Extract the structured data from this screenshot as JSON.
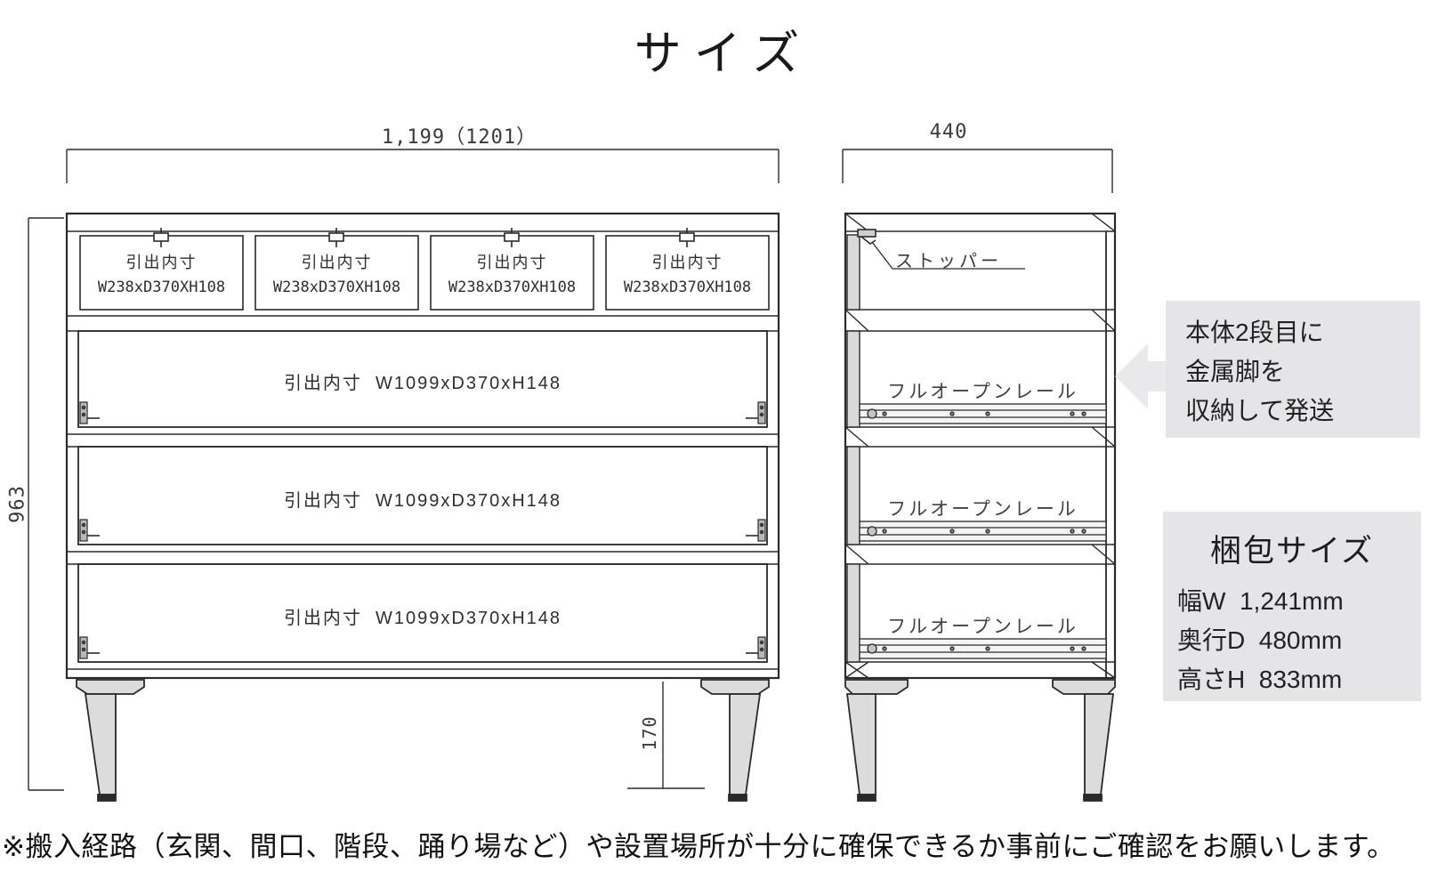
{
  "title": "サイズ",
  "front_view": {
    "width_dim": "1,199（1201）",
    "height_dim": "963",
    "leg_height_dim": "170",
    "small_drawers": [
      {
        "line1": "引出内寸",
        "line2": "W238xD370XH108"
      },
      {
        "line1": "引出内寸",
        "line2": "W238xD370XH108"
      },
      {
        "line1": "引出内寸",
        "line2": "W238xD370XH108"
      },
      {
        "line1": "引出内寸",
        "line2": "W238xD370XH108"
      }
    ],
    "large_drawers": [
      {
        "label": "引出内寸  W1099xD370xH148"
      },
      {
        "label": "引出内寸  W1099xD370xH148"
      },
      {
        "label": "引出内寸  W1099xD370xH148"
      }
    ]
  },
  "side_view": {
    "depth_dim": "440",
    "stopper_label": "ストッパー",
    "rail_labels": [
      {
        "label": "フルオープンレール"
      },
      {
        "label": "フルオープンレール"
      },
      {
        "label": "フルオープンレール"
      }
    ]
  },
  "callouts": {
    "shipping": {
      "line1": "本体2段目に",
      "line2": "金属脚を",
      "line3": "収納して発送"
    },
    "packing": {
      "title": "梱包サイズ",
      "width": "幅W  1,241mm",
      "depth": "奥行D  480mm",
      "height": "高さH  833mm"
    }
  },
  "footer_note": "※搬入経路（玄関、間口、階段、踊り場など）や設置場所が十分に確保できるか事前にご確認をお願いします。",
  "colors": {
    "line": "#2a2a2a",
    "callout_bg": "#e5e5e7",
    "arrow_fill": "#e9e9eb",
    "leg_fill": "#dcdcdd"
  }
}
